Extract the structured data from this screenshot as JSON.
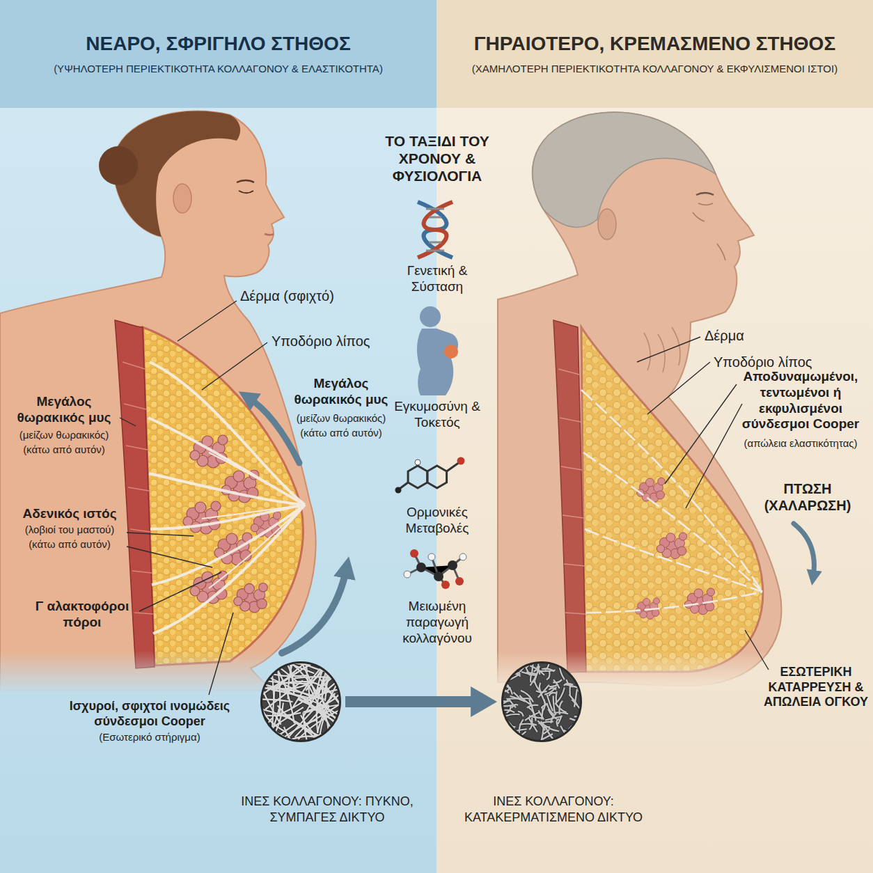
{
  "diagram": {
    "nodes": [
      {
        "text": [
          "ΝΕΑΡΟ, ΣΦΡΙΓΗΛΟ ΣΤΗΘΟΣ",
          "(ΥΨΗΛΟΤΕΡΗ ΠΕΡΙΕΚΤΙΚΟΤΗΤΑ ΚΟΛΛΑΓΟΝΟΥ & ΕΛΑΣΤΙΚΟΤΗΤΑ)"
        ]
      },
      {
        "text": [
          "ΓΗΡΑΙΟΤΕΡΟ, ΚΡΕΜΑΣΜΕΝΟ ΣΤΗΘΟΣ",
          "(ΧΑΜΗΛΟΤΕΡΗ ΠΕΡΙΕΚΤΙΚΟΤΗΤΑ ΚΟΛΛΑΓΟΝΟΥ & ΕΚΦΥΛΙΣΜΕΝΟΙ ΙΣΤΟΙ)"
        ]
      },
      {
        "text": [
          "ΙΝΕΣ ΚΟΛΛΑΓΟΝΟΥ: ΠΥΚΝΟ, ΣΥΜΠΑΓΕΣ ΔΙΚΤΥΟ"
        ]
      },
      {
        "text": [
          "ΙΝΕΣ ΚΟΛΛΑΓΟΝΟΥ: ΚΑΤΑΚΕΡΜΑΤΙΣΜΕΝΟ ΔΙΚΤΥΟ"
        ]
      }
    ],
    "edges": [
      {
        "from": 2,
        "to": 3,
        "arrow": "to"
      }
    ],
    "labels": [
      "Δέρμα (σφιχτό)",
      "Υποδόριο λίπος",
      "Μεγάλος θωρακικός μυς",
      "(μείζων θωρακικός)",
      "(κάτω από αυτόν)",
      "Μεγάλος θωρακικός μυς",
      "(μείζων θωρακικός)",
      "(κάτω από αυτόν)",
      "Αδενικός ιστός",
      "(λοβιοί του μαστού)",
      "(κάτω από αυτόν)",
      "Γ αλακτοφόροι πόροι",
      "Ισχυροί, σφιχτοί ινομώδεις σύνδεσμοι Cooper",
      "(Εσωτερικό στήριγμα)",
      "ΤΟ ΤΑΞΙΔΙ ΤΟΥ ΧΡΟΝΟΥ & ΦΥΣΙΟΛΟΓΙΑ",
      "Γενετική & Σύσταση",
      "Εγκυμοσύνη & Τοκετός",
      "Ορμονικές Μεταβολές",
      "Μειωμένη παραγωγή κολλαγόνου",
      "Δέρμα",
      "Υποδόριο λίπος",
      "Αποδυναμωμένοι, τεντωμένοι ή εκφυλισμένοι σύνδεσμοι Cooper",
      "(απώλεια ελαστικότητας)",
      "ΠΤΩΣΗ (ΧΑΛΑΡΩΣΗ)",
      "ΕΣΩΤΕΡΙΚΗ ΚΑΤΑΡΡΕΥΣΗ & ΑΠΩΛΕΙΑ ΟΓΚΟΥ"
    ]
  }
}
